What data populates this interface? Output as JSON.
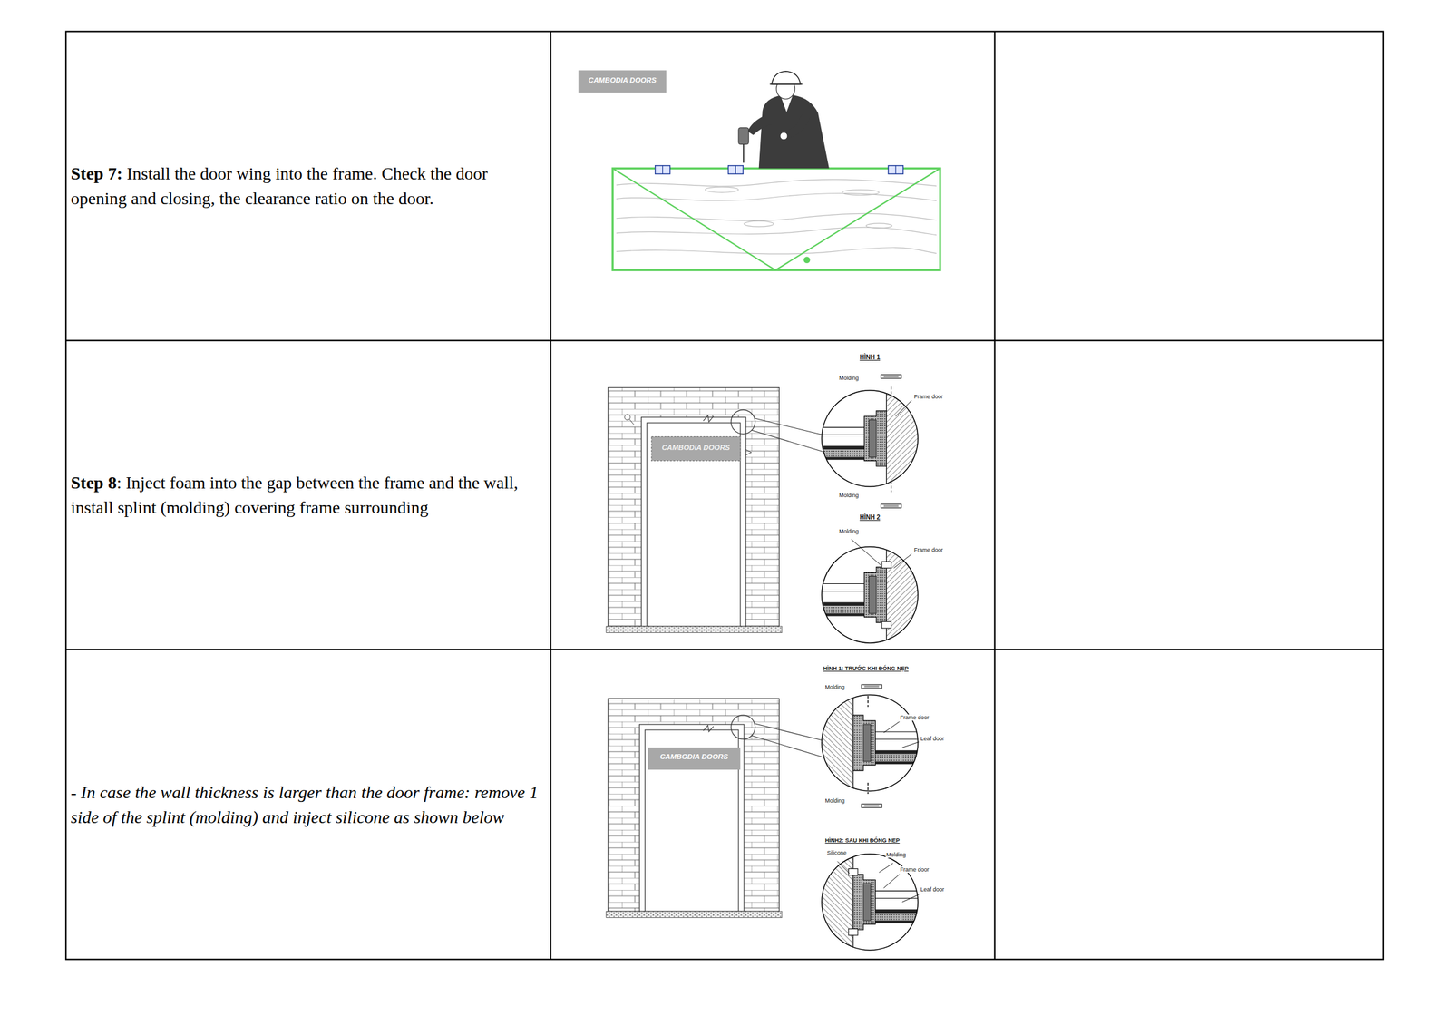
{
  "diagram": {
    "labels": [
      "Step 7:",
      "Install the door wing into the frame. Check the door opening and closing, the clearance ratio on the door.",
      "CAMBODIA DOORS",
      "Step 8",
      ": Inject foam into the gap between the frame and the wall, install splint (molding) covering frame surrounding",
      "HÌNH 1",
      "Molding",
      "Frame door",
      "Molding",
      "HÌNH 2",
      "Molding",
      "Frame door",
      "CAMBODIA DOORS",
      "- In case the wall thickness is larger than the door frame: remove 1 side of the splint (molding) and inject silicone as shown below",
      "HÌNH 1: TRƯỚC KHI ĐÓNG NẸP",
      "Molding",
      "Frame door",
      "Leaf door",
      "Molding",
      "HÌNH2: SAU KHI ĐÓNG NẸP",
      "Silicone",
      "Molding",
      "Frame door",
      "Leaf door",
      "CAMBODIA DOORS"
    ]
  }
}
